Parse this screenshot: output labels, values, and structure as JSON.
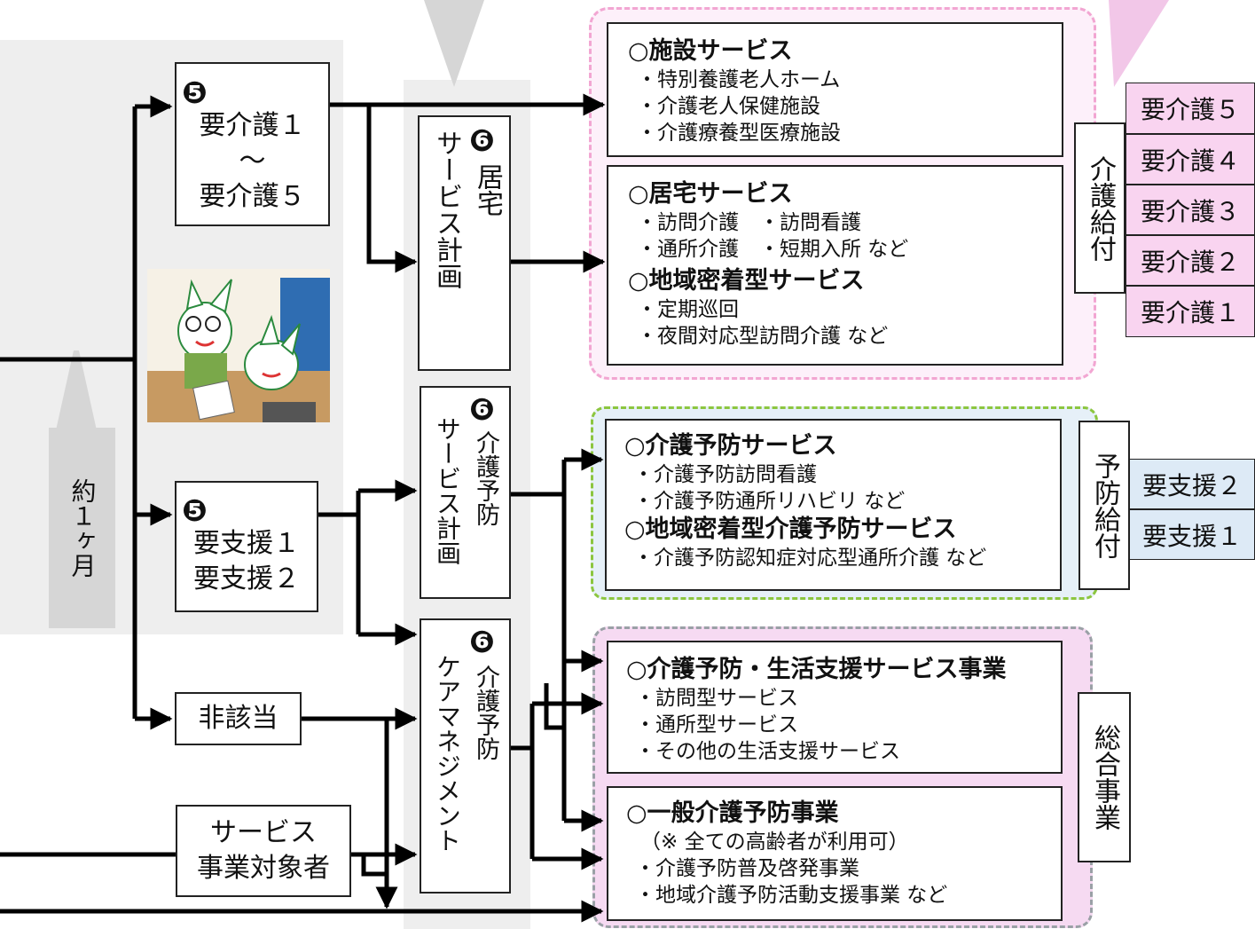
{
  "colors": {
    "pink_dash": "#f2a6d2",
    "pink_fill": "#fdf0fa",
    "green_dash": "#8cc63f",
    "blue_fill": "#e6f0f8",
    "gray_dash": "#9aa0a6",
    "purple_fill": "#f6daf2",
    "grey_panel": "#eeeeee",
    "grey_arrow": "#d6d6d6",
    "pink_tag": "#f9d4f0",
    "blue_tag": "#ddeaf6"
  },
  "level_care": {
    "marker": "❺",
    "from": "要介護１",
    "tilde": "～",
    "to": "要介護５"
  },
  "level_support": {
    "marker": "❺",
    "line1": "要支援１",
    "line2": "要支援２"
  },
  "not_applicable": "非該当",
  "service_target": {
    "line1": "サービス",
    "line2": "事業対象者"
  },
  "about_month": "約１ヶ月",
  "plan_home": {
    "marker": "❻",
    "title_a": "居宅",
    "title_b": "サービス計画"
  },
  "plan_prev": {
    "marker": "❻",
    "title_a": "介護予防",
    "title_b": "サービス計画"
  },
  "plan_mgmt": {
    "marker": "❻",
    "title_a": "介護予防",
    "title_b": "ケアマネジメント"
  },
  "facility": {
    "title": "○施設サービス",
    "items": [
      "・特別養護老人ホーム",
      "・介護老人保健施設",
      "・介護療養型医療施設"
    ]
  },
  "home_service": {
    "title": "○居宅サービス",
    "row1": "・訪問介護　・訪問看護",
    "row2": "・通所介護　・短期入所 など",
    "title2": "○地域密着型サービス",
    "items2": [
      "・定期巡回",
      "・夜間対応型訪問介護 など"
    ]
  },
  "prevention": {
    "title": "○介護予防サービス",
    "items": [
      "・介護予防訪問看護",
      "・介護予防通所リハビリ など"
    ],
    "title2": "○地域密着型介護予防サービス",
    "items2": [
      "・介護予防認知症対応型通所介護 など"
    ]
  },
  "life_support": {
    "title": "○介護予防・生活支援サービス事業",
    "items": [
      "・訪問型サービス",
      "・通所型サービス",
      "・その他の生活支援サービス"
    ]
  },
  "general": {
    "title": "○一般介護予防事業",
    "note": "（※ 全ての高齢者が利用可）",
    "items": [
      "・介護予防普及啓発事業",
      "・地域介護予防活動支援事業 など"
    ]
  },
  "benefit_care": "介護給付",
  "benefit_prev": "予防給付",
  "general_business": "総合事業",
  "care_levels": [
    "要介護５",
    "要介護４",
    "要介護３",
    "要介護２",
    "要介護１"
  ],
  "support_levels": [
    "要支援２",
    "要支援１"
  ]
}
